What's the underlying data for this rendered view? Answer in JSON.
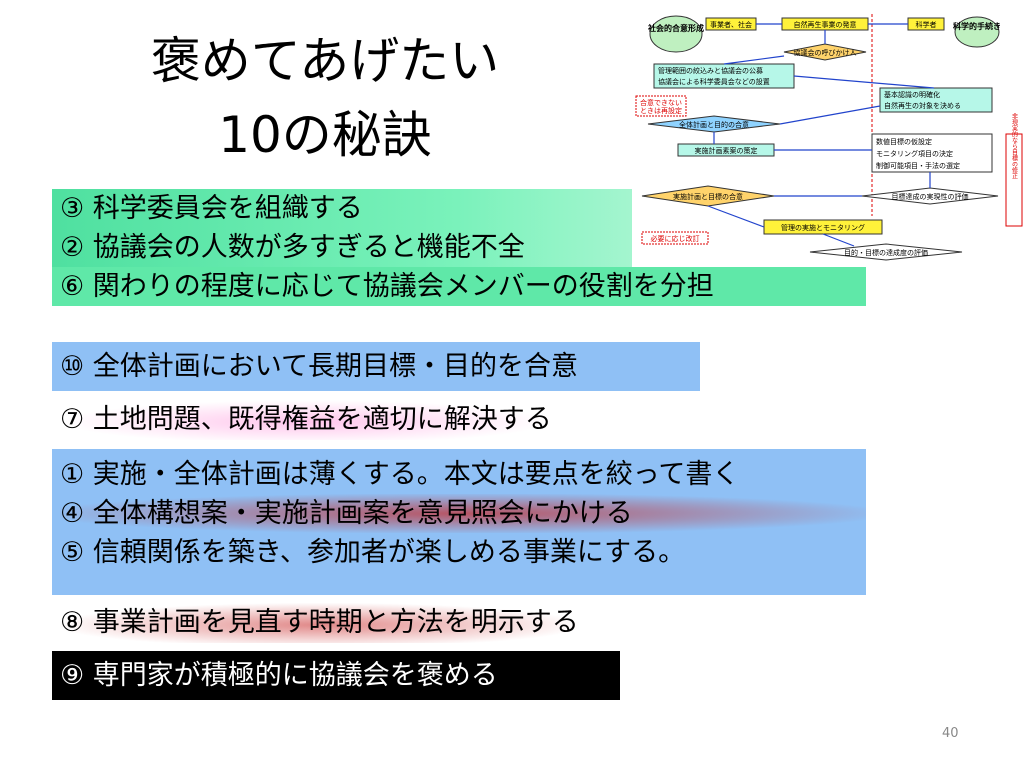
{
  "slide": {
    "title_line1": "褒めてあげたい",
    "title_line2": "10の秘訣",
    "page_number": "40"
  },
  "groups": {
    "green": [
      "③ 科学委員会を組織する",
      "② 協議会の人数が多すぎると機能不全",
      "⑥ 関わりの程度に応じて協議会メンバーの役割を分担"
    ],
    "blue_single": "⑩ 全体計画において長期目標・目的を合意",
    "plain_7": "⑦ 土地問題、既得権益を適切に解決する",
    "blue_multi": [
      "① 実施・全体計画は薄くする。本文は要点を絞って書く",
      "④ 全体構想案・実施計画案を意見照会にかける",
      "⑤ 信頼関係を築き、参加者が楽しめる事業にする。"
    ],
    "plain_8": "⑧ 事業計画を見直す時期と方法を明示する",
    "black_9": "⑨ 専門家が積極的に協議会を褒める"
  },
  "flowchart": {
    "social_consensus": "社会的合意形成",
    "stakeholders": "事業者、社会",
    "proposal": "自然再生事業の発意",
    "scientists": "科学者",
    "scientific_procedure": "科学的手続き",
    "call_council": "協議会の呼びかけ人",
    "scope_line1": "管理範囲の絞込みと協議会の公募",
    "scope_line2": "協議会による科学委員会などの設置",
    "basic_line1": "基本認識の明確化",
    "basic_line2": "自然再生の対象を決める",
    "redo_line1": "合意できない",
    "redo_line2": "ときは再設定",
    "overall_agreement": "全体計画と目的の合意",
    "plan_draft": "実施計画素案の策定",
    "num_line1": "数値目標の仮設定",
    "num_line2": "モニタリング項目の決定",
    "num_line3": "制御可能項目・手法の選定",
    "unrealistic": "非現実的なら目標の修正",
    "plan_goal_agreement": "実施計画と目標の合意",
    "feasibility_eval": "目標達成の実現性の評価",
    "revise": "必要に応じ改訂",
    "implementation": "管理の実施とモニタリング",
    "achievement_eval": "目的・目標の達成度の評価"
  }
}
